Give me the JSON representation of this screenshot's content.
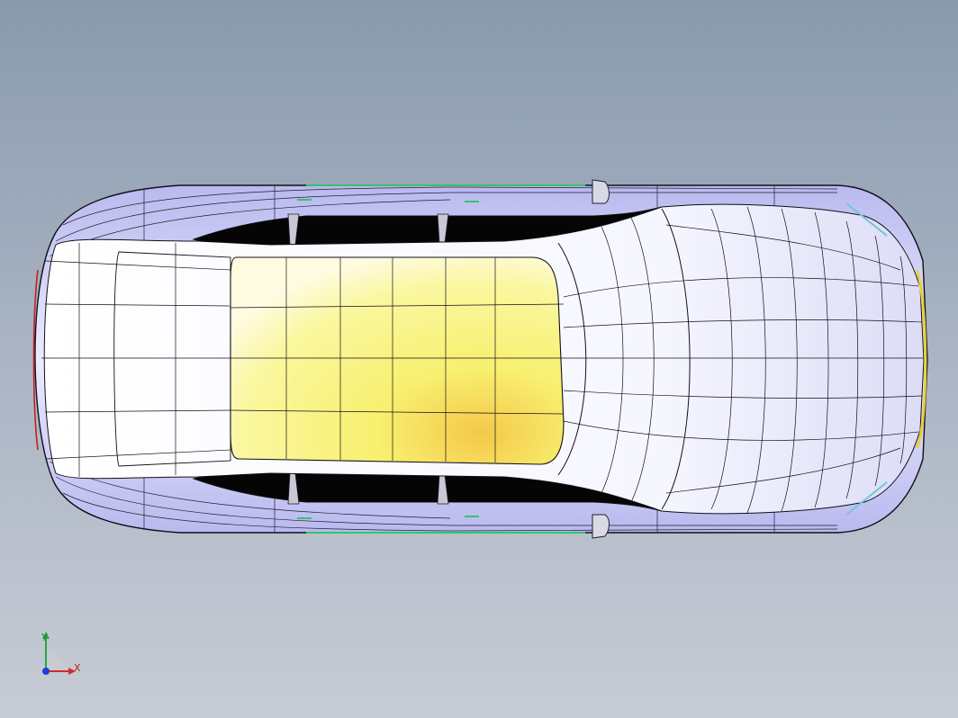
{
  "viewport": {
    "background_top": "#8a9aae",
    "background_bottom": "#c7ccd5",
    "model": "car-body-top-view",
    "body_color": "#ffffff",
    "edge_color": "#101018",
    "shade_color": "#c9c9f2",
    "roof_color": "#f7f07a",
    "window_color": "#050505"
  },
  "triad": {
    "x_label": "X",
    "y_label": "Y",
    "x_color": "#d22a2a",
    "y_color": "#2aa63a",
    "z_color": "#1f3fd6"
  }
}
